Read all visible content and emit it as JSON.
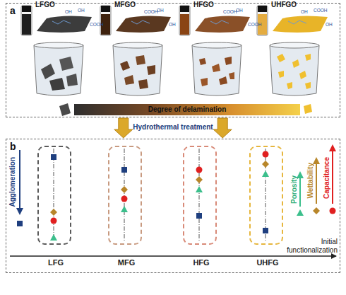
{
  "diagram": {
    "nodes": [
      {
        "text": [
          "a"
        ]
      },
      {
        "text": [
          "b"
        ]
      },
      {
        "text": [
          "LFG"
        ],
        "in": 1
      },
      {
        "text": [
          "MFG"
        ],
        "in": 1
      },
      {
        "text": [
          "HFG"
        ],
        "in": 1
      },
      {
        "text": [
          "UHFG"
        ],
        "in": 1
      }
    ],
    "edges": [
      {
        "from": 0,
        "to": 1,
        "arrow": "to"
      },
      {
        "from": 0,
        "to": 1,
        "arrow": "to"
      }
    ],
    "labels": [
      "LFGO",
      "OH",
      "OH",
      "COOH",
      "MFGO",
      "COOH",
      "OH",
      "OH",
      "HFGO",
      "COOH",
      "OH",
      "COOH",
      "UHFGO",
      "OH",
      "COOH",
      "OH",
      "Degree of delamination",
      "Hydrothermal treatment",
      "Initial functionalization"
    ],
    "legend": [
      {
        "text": "Agglomeration"
      },
      {
        "text": "Porosity"
      },
      {
        "text": "Wettability"
      },
      {
        "text": "Capacitance"
      }
    ]
  }
}
